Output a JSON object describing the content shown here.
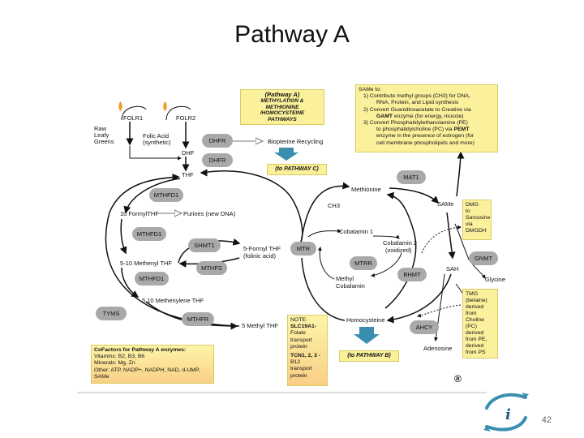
{
  "slide": {
    "title": "Pathway A",
    "page_number": "42",
    "registered_mark": "®"
  },
  "colors": {
    "enzyme_fill": "#a9a9a9",
    "note_fill": "#fbf19c",
    "note_gradient_end": "#f9cf86",
    "arrow_teal": "#3a8fb0",
    "leaf_orange": "#f0a030"
  },
  "nodes": {
    "folr1": "FOLR1",
    "folr2": "FOLR2",
    "raw_leafy_1": "Raw",
    "raw_leafy_2": "Leafy",
    "raw_leafy_3": "Greens",
    "folic_acid_1": "Folic Acid",
    "folic_acid_2": "(synthetic)",
    "dhf": "DHF",
    "thf": "THF",
    "biopterine": "Biopterine Recycling",
    "formyl_thf": "10 FormylTHF",
    "purines": "Purines (new DNA)",
    "methenyl_thf": "5-10 Methenyl THF",
    "methylene_thf": "5,10 Methenylene THF",
    "methyl_thf": "5 Methyl THF",
    "five_formyl_1": "5-Formyl THF",
    "five_formyl_2": "(folinic acid)",
    "methionine": "Methionine",
    "ch3": "CH3",
    "cobalamin1": "Cobalamin 1",
    "cobalamin2_1": "Cobalamin 2",
    "cobalamin2_2": "(oxidized)",
    "methyl_cobalamin_1": "Methyl",
    "methyl_cobalamin_2": "Cobalamin",
    "homocysteine": "Homocysteine",
    "same": "SAMe",
    "sah": "SAH",
    "glycine": "Glycine",
    "adenosine": "Adenosine"
  },
  "enzymes": {
    "dhfr_1": "DHFR",
    "dhfr_2": "DHFR",
    "mthfd1_1": "MTHFD1",
    "mthfd1_2": "MTHFD1",
    "mthfd1_3": "MTHFD1",
    "shmt1": "SHMT1",
    "mthfs": "MTHFS",
    "mthfr": "MTHFR",
    "tyms": "TYMS",
    "mtr": "MTR",
    "mtrr": "MTRR",
    "mat1": "MAT1",
    "bhmt": "BHMT",
    "gnmt": "GNMT",
    "ahcy": "AHCY"
  },
  "notes": {
    "pathway_header": {
      "line1": "(Pathway A)",
      "line2": "METHYLATION &",
      "line3": "METHIONINE /HOMOCYSTEINE",
      "line4": "PATHWAYS"
    },
    "to_pathway_c": "(to PATHWAY C)",
    "to_pathway_b": "(to PATHWAY B)",
    "same_box": {
      "heading": "SAMe to:",
      "item1_1": "1)   Contribute methyl groups (CH3) for DNA,",
      "item1_2": "RNA, Protein, and Lipid synthesis",
      "item2_1": "2)   Convert Guanidinoacetate to Creatine via",
      "item2_2a": "GAMT",
      "item2_2b": " enzyme (for energy, muscle)",
      "item3_1": "3)   Convert Phosphatidylethanolamine (PE)",
      "item3_2a": "to   phosphatidylcholine (PC) via ",
      "item3_2b": "PEMT",
      "item3_3": "enzyme in the presence of estrogen (for",
      "item3_4": "cell membrane phospholipids and more)"
    },
    "dmg": [
      "DMG",
      "to",
      "Sarcosine",
      "via",
      "DMGDH"
    ],
    "tmg": [
      "TMG",
      "(betaine)",
      "derived",
      "from",
      "Choline",
      "(PC)",
      "derived",
      "from PE,",
      "derived",
      "from PS"
    ],
    "slc": {
      "l1": "NOTE:",
      "l2": "SLC19A1-",
      "l3": "Folate",
      "l4": "transport",
      "l5": "protein",
      "l6": "TCN1, 2, 3 -",
      "l7": "B12",
      "l8": "transport",
      "l9": "protein"
    },
    "cofactors": {
      "heading": "CoFactors for Pathway A enzymes:",
      "vitamins": "Vitamins: B2, B3, B6",
      "minerals": "Minerals: Mg, Zn",
      "other": "Other: ATP, NADP+, NADPH, NAD, d-UMP,",
      "other2": "SAMe"
    }
  }
}
